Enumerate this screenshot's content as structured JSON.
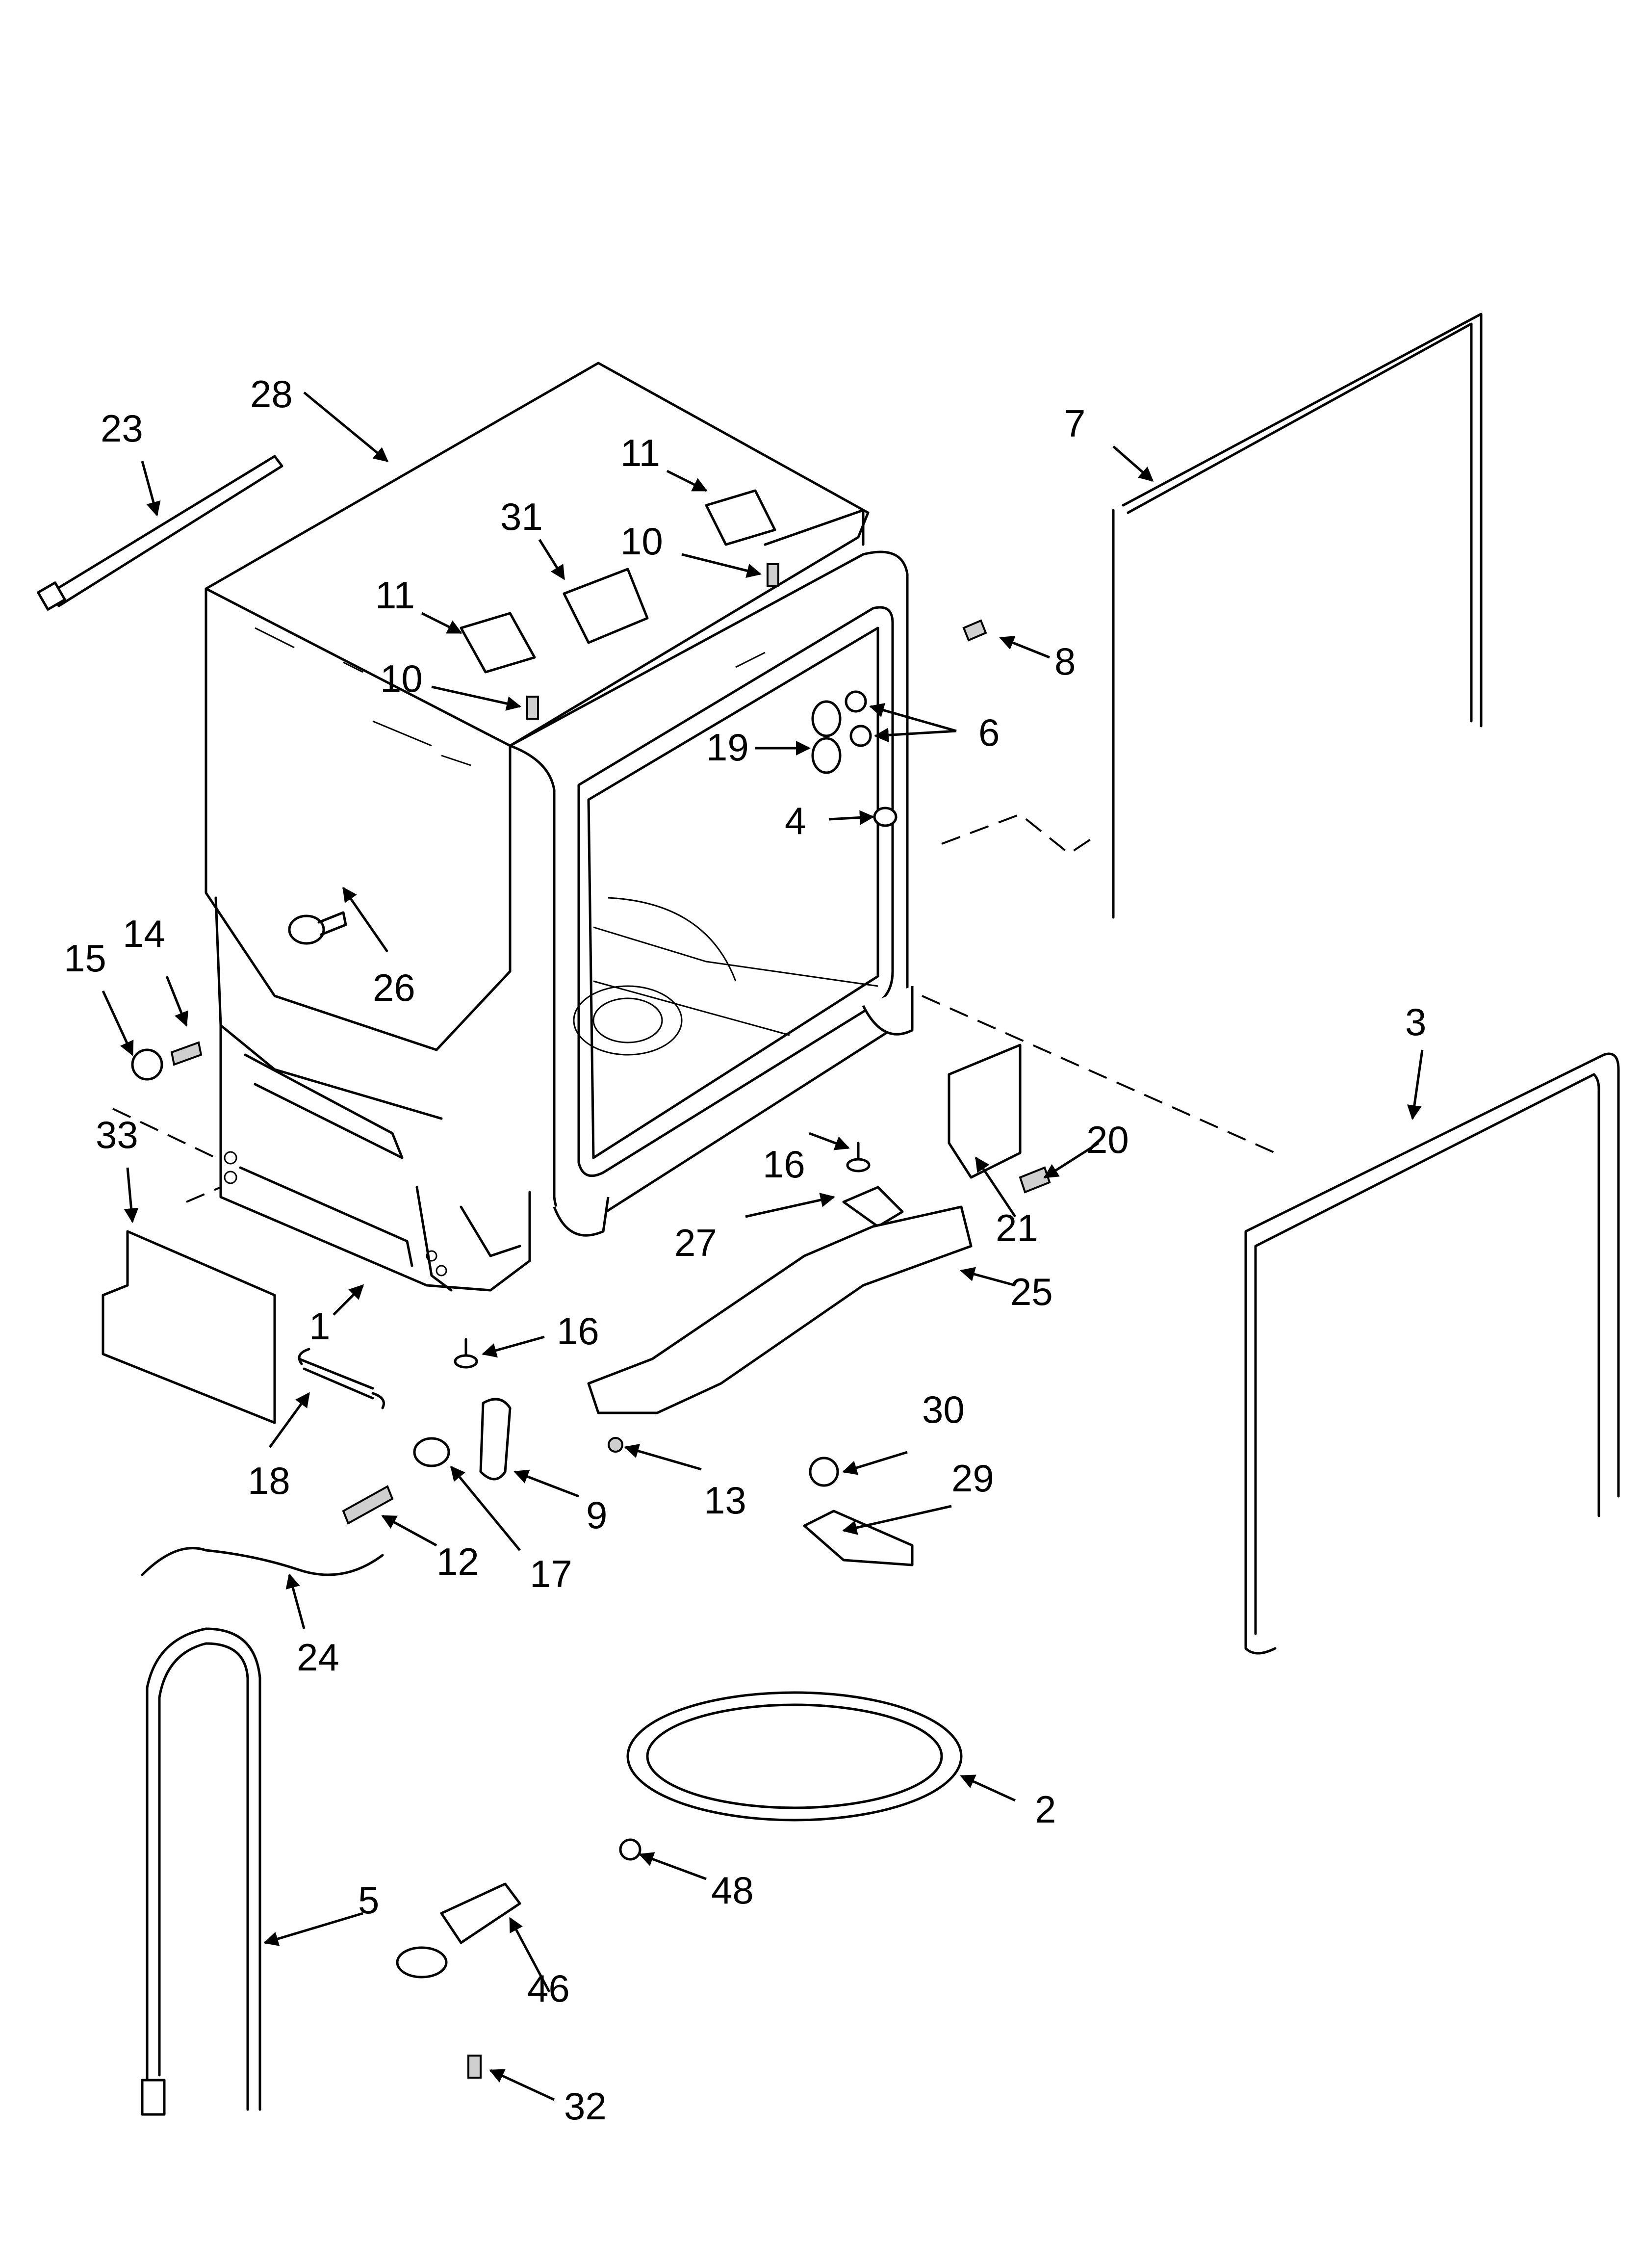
{
  "part_numbers": {
    "p1": "1",
    "p2": "2",
    "p3": "3",
    "p4": "4",
    "p5": "5",
    "p6": "6",
    "p7": "7",
    "p8": "8",
    "p9": "9",
    "p10a": "10",
    "p10b": "10",
    "p11a": "11",
    "p11b": "11",
    "p12": "12",
    "p13": "13",
    "p14": "14",
    "p15": "15",
    "p16a": "16",
    "p16b": "16",
    "p17": "17",
    "p18": "18",
    "p19": "19",
    "p20": "20",
    "p21": "21",
    "p23": "23",
    "p24": "24",
    "p25": "25",
    "p26": "26",
    "p27": "27",
    "p28": "28",
    "p29": "29",
    "p30": "30",
    "p31": "31",
    "p32": "32",
    "p33": "33",
    "p46": "46",
    "p48": "48"
  }
}
